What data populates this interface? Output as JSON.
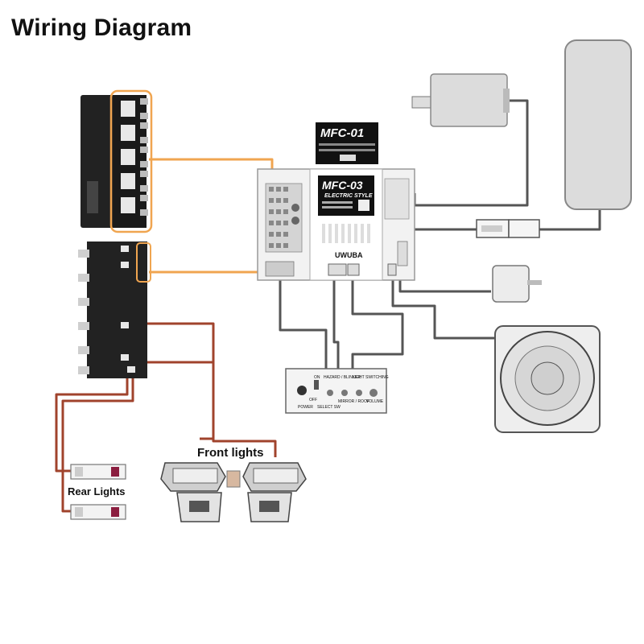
{
  "title": "Wiring Diagram",
  "labels": {
    "front_lights": "Front lights",
    "rear_lights": "Rear Lights"
  },
  "modules": {
    "mfc01_logo": "MFC-01",
    "mfc03_logo": "MFC-03",
    "mfc03_subtitle": "ELECTRIC STYLE",
    "brand": "UWUBA"
  },
  "control_panel": {
    "power_label": "POWER",
    "on_label": "ON",
    "off_label": "OFF",
    "select_label": "SELECT SW",
    "hazard_label": "HAZARD / BLINKER",
    "light_switch_label": "LIGHT SWITCHING",
    "mirror_label": "MIRROR / ROOF",
    "volume_label": "VOLUME"
  },
  "colors": {
    "orange_wire": "#f0a550",
    "red_wire": "#a0432c",
    "gray_wire": "#555555"
  }
}
